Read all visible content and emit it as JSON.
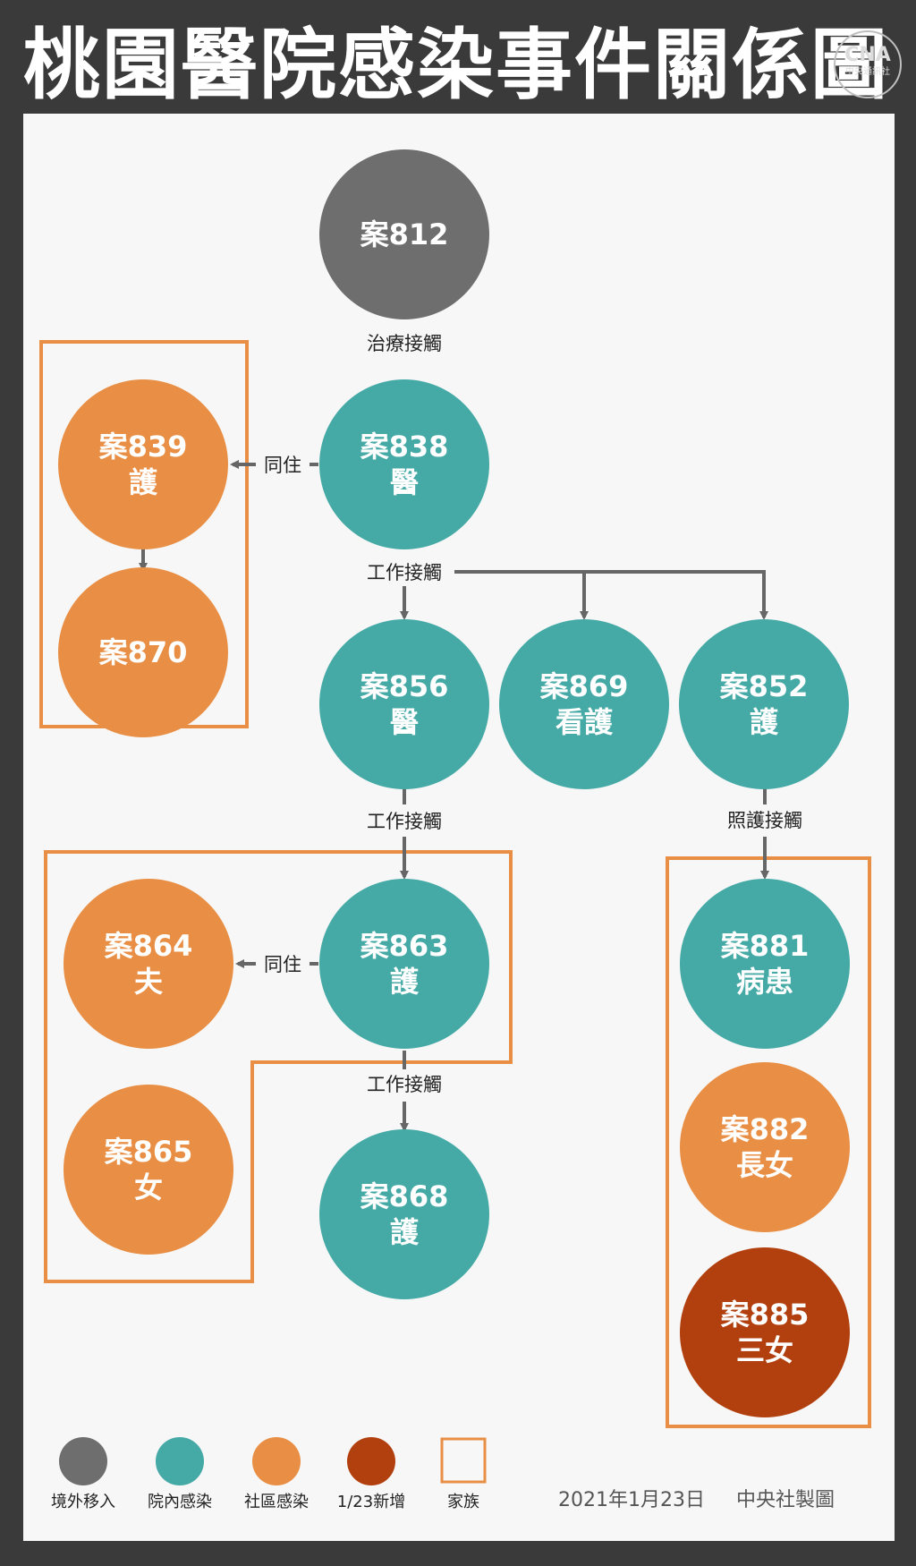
{
  "title": "桃園醫院感染事件關係圖",
  "logo": {
    "mark": "CNA",
    "name": "中央通訊社"
  },
  "colors": {
    "imported": "#6e6e6e",
    "hospital": "#45aaa6",
    "community": "#e98f45",
    "new": "#b2400e",
    "family_border": "#e98f45"
  },
  "nodes": [
    {
      "id": "n812",
      "lines": [
        "案812"
      ],
      "category": "imported"
    },
    {
      "id": "n838",
      "lines": [
        "案838",
        "醫"
      ],
      "category": "hospital"
    },
    {
      "id": "n839",
      "lines": [
        "案839",
        "護"
      ],
      "category": "community"
    },
    {
      "id": "n870",
      "lines": [
        "案870"
      ],
      "category": "community"
    },
    {
      "id": "n856",
      "lines": [
        "案856",
        "醫"
      ],
      "category": "hospital"
    },
    {
      "id": "n869",
      "lines": [
        "案869",
        "看護"
      ],
      "category": "hospital"
    },
    {
      "id": "n852",
      "lines": [
        "案852",
        "護"
      ],
      "category": "hospital"
    },
    {
      "id": "n863",
      "lines": [
        "案863",
        "護"
      ],
      "category": "hospital"
    },
    {
      "id": "n864",
      "lines": [
        "案864",
        "夫"
      ],
      "category": "community"
    },
    {
      "id": "n865",
      "lines": [
        "案865",
        "女"
      ],
      "category": "community"
    },
    {
      "id": "n868",
      "lines": [
        "案868",
        "護"
      ],
      "category": "hospital"
    },
    {
      "id": "n881",
      "lines": [
        "案881",
        "病患"
      ],
      "category": "hospital"
    },
    {
      "id": "n882",
      "lines": [
        "案882",
        "長女"
      ],
      "category": "community"
    },
    {
      "id": "n885",
      "lines": [
        "案885",
        "三女"
      ],
      "category": "new"
    }
  ],
  "edge_labels": {
    "e812_838": "治療接觸",
    "e838_839": "同住",
    "e838_work": "工作接觸",
    "e856_863": "工作接觸",
    "e852_881": "照護接觸",
    "e863_864": "同住",
    "e863_868": "工作接觸"
  },
  "legend": [
    {
      "key": "imported",
      "label": "境外移入",
      "shape": "circle"
    },
    {
      "key": "hospital",
      "label": "院內感染",
      "shape": "circle"
    },
    {
      "key": "community",
      "label": "社區感染",
      "shape": "circle"
    },
    {
      "key": "new",
      "label": "1/23新增",
      "shape": "circle"
    },
    {
      "key": "family",
      "label": "家族",
      "shape": "square"
    }
  ],
  "footer": {
    "date": "2021年1月23日",
    "credit": "中央社製圖"
  }
}
